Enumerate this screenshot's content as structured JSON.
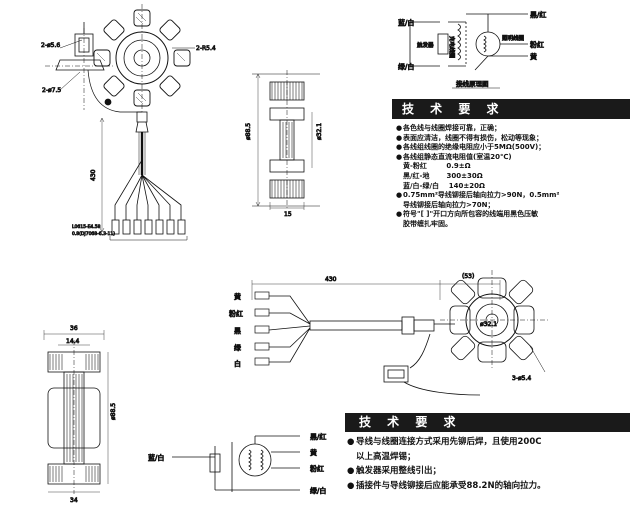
{
  "schematic_top": {
    "left_labels": [
      "蓝/白",
      "绿/白"
    ],
    "right_labels": [
      "黑/红",
      "粉红",
      "黄"
    ],
    "trigger": "触发器",
    "charge_coil": "充电线圈",
    "light_coil": "照明线圈",
    "caption": "接线原理图"
  },
  "spec_top": {
    "title": "技 术 要 求",
    "items": [
      "各色线与线圈焊接可靠，正确；",
      "表面应清洁，线圈不得有损伤，松动等现象；",
      "各线组线圈的绝缘电阻应小于5MΩ(500V)；",
      "各线组静态直流电阻值(室温20℃)",
      "0.75mm²导线铆接后轴向拉力>90N，0.5mm²",
      "符号\"[  ]\"开口方向所包容的线端用黑色压敏"
    ],
    "sub_items": [
      "黄-粉红        0.9±Ω",
      "黑/红-地       300±30Ω",
      "蓝/白-绿/白    140±20Ω"
    ],
    "continuations": [
      "导线铆接后轴向拉力>70N；",
      "胶带缠扎牢固。"
    ]
  },
  "spec_bottom": {
    "title": "技 术 要 求",
    "items": [
      "导线与线圈连接方式采用先铆后焊，且使用200C",
      "触发器采用整线引出；",
      "插接件与导线铆接后应能承受88.2N的轴向拉力。"
    ],
    "continuations": [
      "以上高温焊锡；"
    ]
  },
  "dims_top": {
    "left": [
      "2-ø5.6",
      "2-ø7.5",
      "L0615-E4.58",
      "0.8(DJ7068-6.3-11)"
    ],
    "right": [
      "2-R5.4",
      "430"
    ]
  },
  "dims_middle": [
    "ø88.5",
    "ø32.1",
    "15"
  ],
  "dims_bottom": [
    "430",
    "(53)",
    "ø32.1",
    "3-ø5.4",
    "36",
    "14.4",
    "34",
    "ø88.5"
  ],
  "wire_labels_bottom": [
    "黄",
    "粉红",
    "黑",
    "绿",
    "白"
  ],
  "schematic_bottom": {
    "left_label": "蓝/白",
    "right_labels": [
      "黑/红",
      "黄",
      "粉红",
      "绿/白"
    ]
  }
}
